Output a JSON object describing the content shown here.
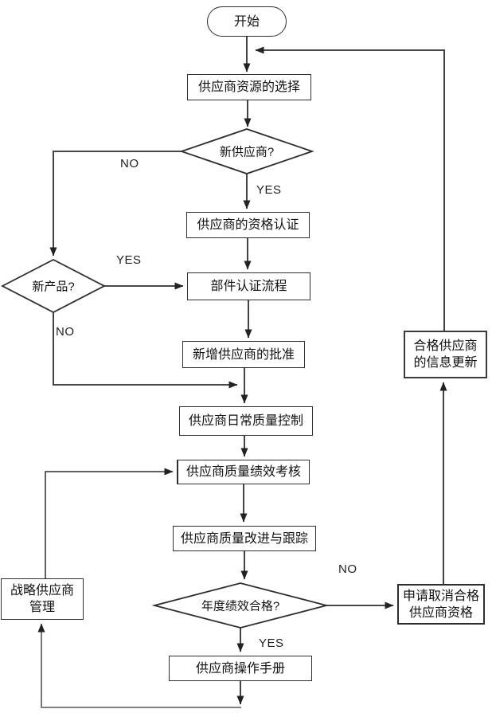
{
  "diagram": {
    "nodes": {
      "start": {
        "label": "开始"
      },
      "select": {
        "label": "供应商资源的选择"
      },
      "new_supplier": {
        "label": "新供应商?"
      },
      "qualification": {
        "label": "供应商的资格认证"
      },
      "new_product": {
        "label": "新产品?"
      },
      "component": {
        "label": "部件认证流程"
      },
      "approval": {
        "label": "新增供应商的批准"
      },
      "daily_qc": {
        "label": "供应商日常质量控制"
      },
      "performance": {
        "label": "供应商质量绩效考核"
      },
      "improvement": {
        "label": "供应商质量改进与跟踪"
      },
      "annual_pass": {
        "label": "年度绩效合格?"
      },
      "manual": {
        "label": "供应商操作手册"
      },
      "strategic": {
        "lines": [
          "战略供应商",
          "管理"
        ]
      },
      "info_update": {
        "lines": [
          "合格供应商",
          "的信息更新"
        ]
      },
      "cancel": {
        "lines": [
          "申请取消合格",
          "供应商资格"
        ]
      }
    },
    "edge_labels": {
      "new_supplier_no": "NO",
      "new_supplier_yes": "YES",
      "new_product_yes": "YES",
      "new_product_no": "NO",
      "annual_pass_no": "NO",
      "annual_pass_yes": "YES"
    },
    "colors": {
      "line": "#2e2e2e",
      "loop_line": "#565656",
      "node_border": "#2e2e2e",
      "background": "#ffffff"
    }
  }
}
